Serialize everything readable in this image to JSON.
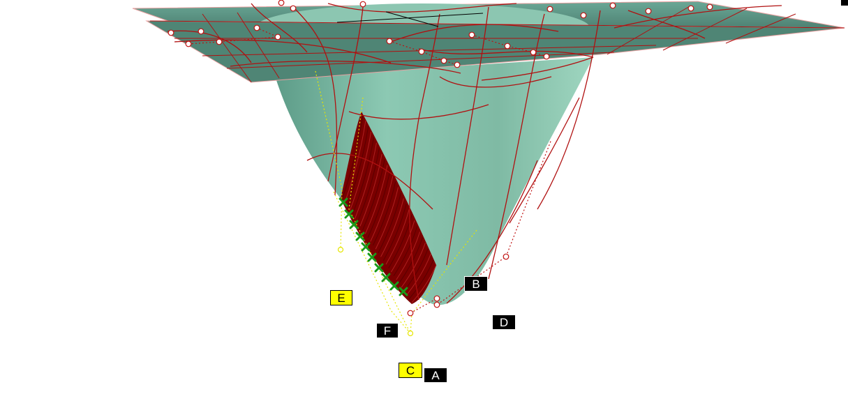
{
  "viewport": {
    "background": "#ffffff",
    "surface_color": "#7fbaa4",
    "surface_shadow_color": "#3f6c5f",
    "edge_color": "#b01010",
    "dense_edge_color": "#7a0000",
    "guide_color": "#e6e600",
    "marker_color": "#1a9a1a",
    "marker_icon": "green-x-marker",
    "control_point_icon": "hollow-circle"
  },
  "labels": [
    {
      "id": "A",
      "text": "A",
      "style": "dark"
    },
    {
      "id": "B",
      "text": "B",
      "style": "dark"
    },
    {
      "id": "C",
      "text": "C",
      "style": "yellow"
    },
    {
      "id": "D",
      "text": "D",
      "style": "dark"
    },
    {
      "id": "E",
      "text": "E",
      "style": "yellow"
    },
    {
      "id": "F",
      "text": "F",
      "style": "dark"
    }
  ]
}
